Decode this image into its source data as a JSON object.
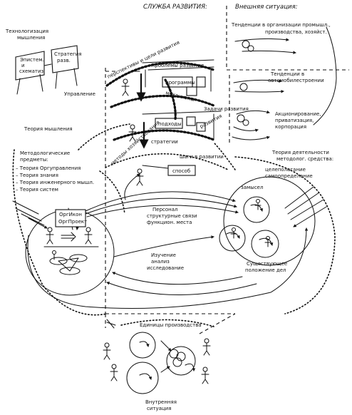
{
  "title": "СЛУЖБА РАЗВИТИЯ:",
  "external": {
    "title": "Внешняя ситуация:",
    "trends_industry": [
      "Тенденции в организации промышл.,",
      "производства, хозяйст."
    ],
    "trends_auto": [
      "Тенденции в",
      "автомобилестроении"
    ],
    "privatization": [
      "Акционирование,",
      "приватизация,",
      "корпорация"
    ]
  },
  "thinking_tech": {
    "title": [
      "Технологизация",
      "мышления"
    ],
    "board_left": [
      "Эпистем.",
      "и",
      "схематиз"
    ],
    "board_right": [
      "Стратегия",
      "разв."
    ],
    "control": "Управление"
  },
  "center": {
    "perspectives": "перспективы и цели развития",
    "problems": "Проблемы развития",
    "programs": "программы",
    "mechanisms": "механизмы",
    "tasks": "Задачи развития",
    "approaches": "подходы",
    "development": "развития",
    "strategies": "стратегии",
    "methods": "методы хозяйствования",
    "steps": "шаги в развитии",
    "way": "способ"
  },
  "theory_thinking": "Теория мышления",
  "methodological": {
    "title": [
      "Методологические",
      "предметы:"
    ],
    "items": [
      "– Теория Оргуправления",
      "– Теория знания",
      "– Теория инженерного мышл.",
      "– Теория систем"
    ]
  },
  "org_box": [
    "ОргИкон",
    "ОргПроект"
  ],
  "personnel": [
    "Персонал",
    "структурные связи",
    "функцион. места"
  ],
  "study": [
    "Изучение",
    "анализ",
    "исследование"
  ],
  "activity": {
    "title": [
      "Теория деятельности",
      "методолог. средства:"
    ],
    "goal": [
      "целеполагание",
      "самоопределение"
    ],
    "intent": "замысел",
    "current": [
      "Существующее",
      "положение дел"
    ]
  },
  "units": "Единицы производства",
  "internal": [
    "Внутренняя",
    "ситуация"
  ]
}
